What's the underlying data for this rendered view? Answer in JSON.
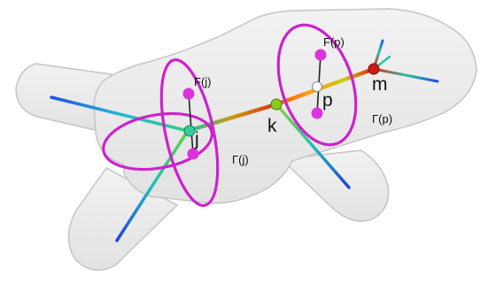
{
  "labels": {
    "j": "j",
    "k": "k",
    "p": "p",
    "m": "m",
    "Fj": "F(j)",
    "Gj": "Γ(j)",
    "Fp": "F(p)",
    "Gp": "Γ(p)"
  },
  "colors": {
    "ring": "#cc22cc",
    "marker": "#dd33dd",
    "shell": "#e6e6e6",
    "shell_stroke": "#c4c4c4",
    "m_point": "#cc1a1a",
    "k_point": "#88cc22",
    "p_point": "#ffffff",
    "j_point": "#33cc99"
  }
}
